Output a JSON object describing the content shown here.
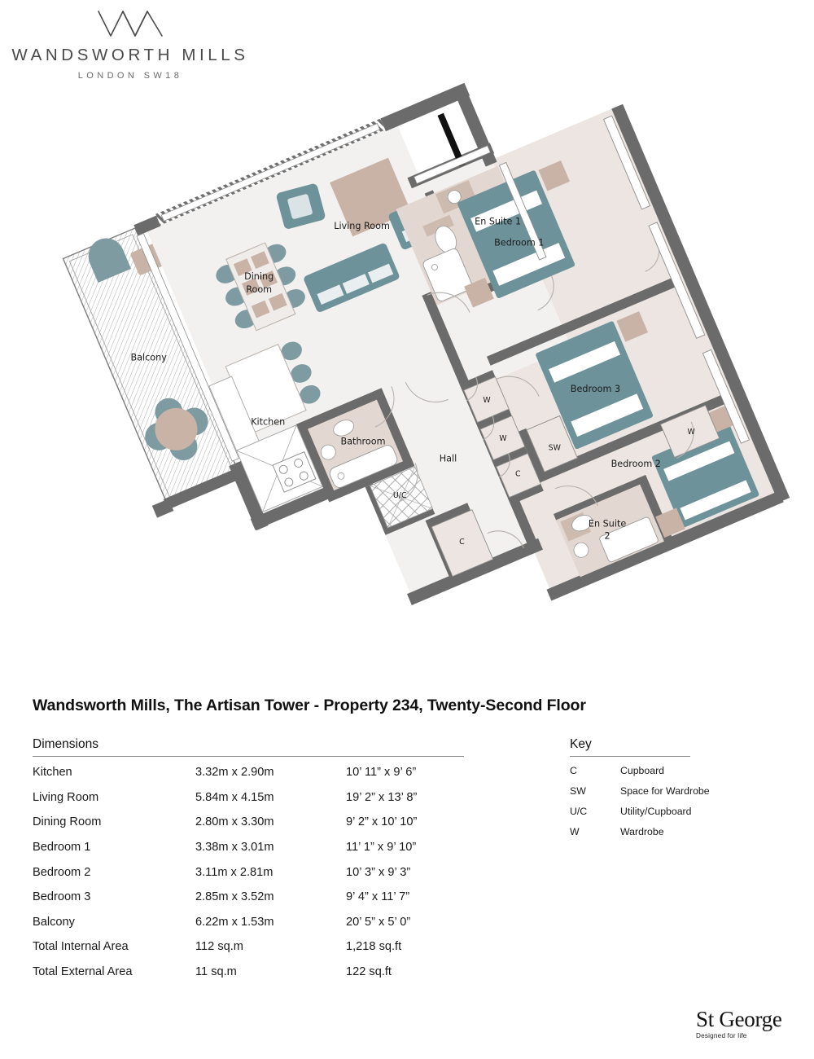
{
  "brand": {
    "logo_icon": "wm-monogram-icon",
    "name": "WANDSWORTH MILLS",
    "location": "LONDON SW18"
  },
  "title": "Wandsworth Mills, The Artisan Tower - Property 234, Twenty-Second Floor",
  "plan": {
    "rooms": [
      {
        "key": "balcony",
        "label": "Balcony"
      },
      {
        "key": "dining",
        "label": "Dining",
        "label2": "Room"
      },
      {
        "key": "living",
        "label": "Living Room"
      },
      {
        "key": "kitchen",
        "label": "Kitchen"
      },
      {
        "key": "bathroom",
        "label": "Bathroom"
      },
      {
        "key": "hall",
        "label": "Hall"
      },
      {
        "key": "ensuite1",
        "label": "En Suite 1"
      },
      {
        "key": "bedroom1",
        "label": "Bedroom 1"
      },
      {
        "key": "bedroom3",
        "label": "Bedroom 3"
      },
      {
        "key": "bedroom2",
        "label": "Bedroom 2"
      },
      {
        "key": "ensuite2",
        "label": "En Suite",
        "label2": "2"
      }
    ],
    "markers": [
      {
        "key": "uc",
        "label": "U/C"
      },
      {
        "key": "c1",
        "label": "C"
      },
      {
        "key": "c2",
        "label": "C"
      },
      {
        "key": "w1",
        "label": "W"
      },
      {
        "key": "w2",
        "label": "W"
      },
      {
        "key": "w3",
        "label": "W"
      },
      {
        "key": "sw",
        "label": "SW"
      }
    ],
    "colors": {
      "wall": "#6b6b6b",
      "floor_living": "#f2f0ee",
      "floor_bedroom": "#ece5e1",
      "furniture_teal": "#6d929a",
      "furniture_beige": "#c9b3a7",
      "balcony_hatch": "#b9b9b9"
    }
  },
  "dimensions": {
    "heading": "Dimensions",
    "rows": [
      {
        "room": "Kitchen",
        "metric": "3.32m x 2.90m",
        "imperial": "10’ 11” x 9’ 6”"
      },
      {
        "room": "Living Room",
        "metric": "5.84m x 4.15m",
        "imperial": "19’ 2” x 13’ 8”"
      },
      {
        "room": "Dining Room",
        "metric": "2.80m x 3.30m",
        "imperial": "9’ 2” x 10’ 10”"
      },
      {
        "room": "Bedroom 1",
        "metric": "3.38m x 3.01m",
        "imperial": "11’ 1” x 9’ 10”"
      },
      {
        "room": "Bedroom 2",
        "metric": "3.11m x 2.81m",
        "imperial": "10’ 3” x 9’ 3”"
      },
      {
        "room": "Bedroom 3",
        "metric": "2.85m x 3.52m",
        "imperial": "9’ 4” x 11’ 7”"
      },
      {
        "room": "Balcony",
        "metric": "6.22m x 1.53m",
        "imperial": "20’ 5” x 5’ 0”"
      },
      {
        "room": "Total Internal Area",
        "metric": "112 sq.m",
        "imperial": "1,218 sq.ft"
      },
      {
        "room": "Total External Area",
        "metric": "11 sq.m",
        "imperial": "122 sq.ft"
      }
    ]
  },
  "key": {
    "heading": "Key",
    "rows": [
      {
        "abbr": "C",
        "meaning": "Cupboard"
      },
      {
        "abbr": "SW",
        "meaning": "Space for Wardrobe"
      },
      {
        "abbr": "U/C",
        "meaning": "Utility/Cupboard"
      },
      {
        "abbr": "W",
        "meaning": "Wardrobe"
      }
    ]
  },
  "developer": {
    "name": "St George",
    "tagline": "Designed for life"
  }
}
